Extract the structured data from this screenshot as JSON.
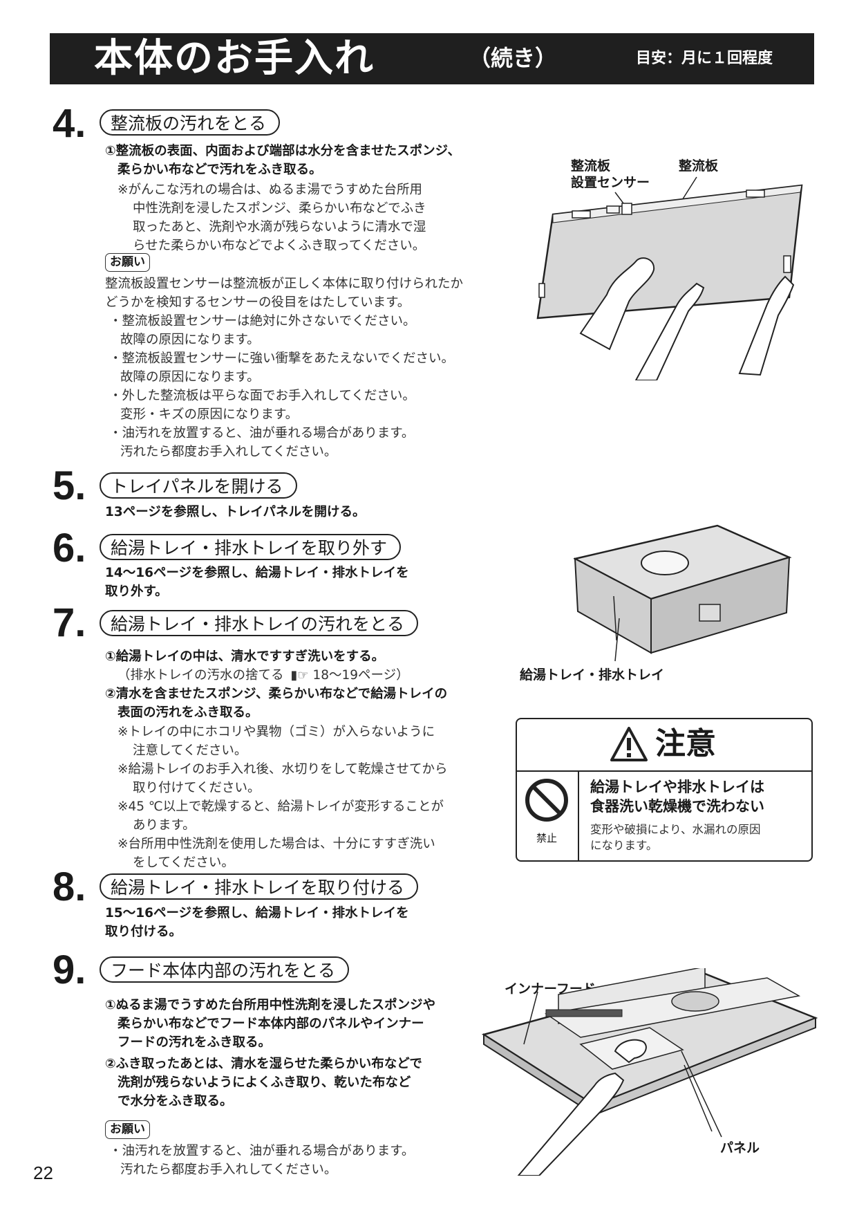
{
  "header": {
    "title": "本体のお手入れ",
    "subtitle": "（続き）",
    "frequency": "目安：月に１回程度"
  },
  "steps": {
    "s4": {
      "num": "4.",
      "title": "整流板の汚れをとる",
      "lines": [
        "①整流板の表面、内面および端部は水分を含ませたスポンジ、",
        "柔らかい布などで汚れをふき取る。"
      ],
      "notes": [
        "※がんこな汚れの場合は、ぬるま湯でうすめた台所用",
        "中性洗剤を浸したスポンジ、柔らかい布などでふき",
        "取ったあと、洗剤や水滴が残らないように清水で湿",
        "らせた柔らかい布などでよくふき取ってください。"
      ],
      "request_tag": "お願い",
      "request": [
        "整流板設置センサーは整流板が正しく本体に取り付けられたか",
        "どうかを検知するセンサーの役目をはたしています。",
        "・整流板設置センサーは絶対に外さないでください。",
        "故障の原因になります。",
        "・整流板設置センサーに強い衝撃をあたえないでください。",
        "故障の原因になります。",
        "・外した整流板は平らな面でお手入れしてください。",
        "変形・キズの原因になります。",
        "・油汚れを放置すると、油が垂れる場合があります。",
        "汚れたら都度お手入れしてください。"
      ],
      "label_sensor_1": "整流板",
      "label_sensor_2": "設置センサー",
      "label_plate": "整流板"
    },
    "s5": {
      "num": "5.",
      "title": "トレイパネルを開ける",
      "lines": [
        "13ページを参照し、トレイパネルを開ける。"
      ]
    },
    "s6": {
      "num": "6.",
      "title": "給湯トレイ・排水トレイを取り外す",
      "lines": [
        "14〜16ページを参照し、給湯トレイ・排水トレイを",
        "取り外す。"
      ],
      "label_tray": "給湯トレイ・排水トレイ"
    },
    "s7": {
      "num": "7.",
      "title": "給湯トレイ・排水トレイの汚れをとる",
      "line1": "①給湯トレイの中は、清水ですすぎ洗いをする。",
      "line2_a": "（排水トレイの汚水の捨てる",
      "line2_b": " 18〜19ページ）",
      "line3": "②清水を含ませたスポンジ、柔らかい布などで給湯トレイの",
      "line4": "表面の汚れをふき取る。",
      "notes": [
        "※トレイの中にホコリや異物（ゴミ）が入らないように",
        "注意してください。",
        "※給湯トレイのお手入れ後、水切りをして乾燥させてから",
        "取り付けてください。",
        "※45 ℃以上で乾燥すると、給湯トレイが変形することが",
        "あります。",
        "※台所用中性洗剤を使用した場合は、十分にすすぎ洗い",
        "をしてください。"
      ]
    },
    "s8": {
      "num": "8.",
      "title": "給湯トレイ・排水トレイを取り付ける",
      "lines": [
        "15〜16ページを参照し、給湯トレイ・排水トレイを",
        "取り付ける。"
      ]
    },
    "s9": {
      "num": "9.",
      "title": "フード本体内部の汚れをとる",
      "lines": [
        "①ぬるま湯でうすめた台所用中性洗剤を浸したスポンジや",
        "柔らかい布などでフード本体内部のパネルやインナー",
        "フードの汚れをふき取る。",
        "②ふき取ったあとは、清水を湿らせた柔らかい布などで",
        "洗剤が残らないようによくふき取り、乾いた布など",
        "で水分をふき取る。"
      ],
      "request_tag": "お願い",
      "request": [
        "・油汚れを放置すると、油が垂れる場合があります。",
        "汚れたら都度お手入れしてください。"
      ],
      "label_inner": "インナーフード",
      "label_panel": "パネル"
    }
  },
  "caution": {
    "title": "注意",
    "prohibit_label": "禁止",
    "heading_1": "給湯トレイや排水トレイは",
    "heading_2": "食器洗い乾燥機で洗わない",
    "body_1": "変形や破損により、水漏れの原因",
    "body_2": "になります。"
  },
  "page_number": "22"
}
